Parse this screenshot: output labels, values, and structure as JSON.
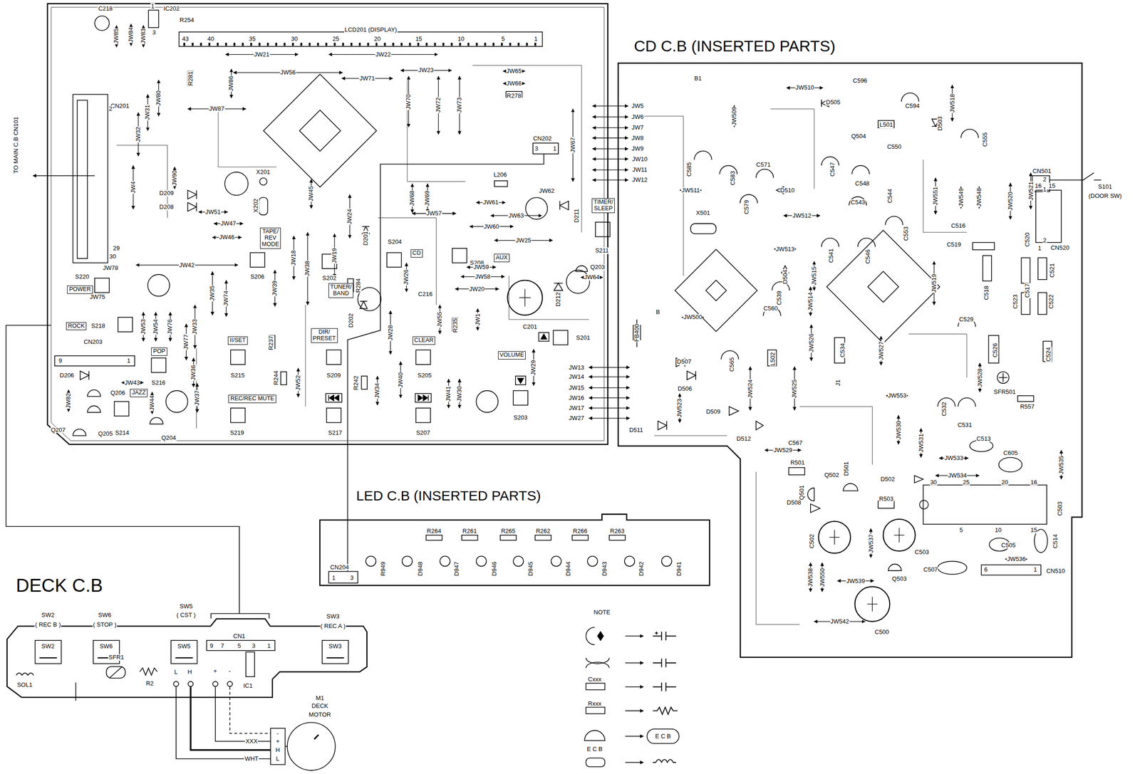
{
  "diagram": {
    "nodes": [
      {
        "text": [
          "TIMER/ SLEEP"
        ]
      },
      {
        "text": [
          "TAPE/ REV MODE"
        ]
      },
      {
        "text": [
          "CD"
        ]
      },
      {
        "text": [
          "AUX"
        ]
      },
      {
        "text": [
          "TUNER/ BAND"
        ]
      },
      {
        "text": [
          "POWER"
        ]
      },
      {
        "text": [
          "ROCK"
        ]
      },
      {
        "text": [
          "II/SET"
        ]
      },
      {
        "text": [
          "DIR/ PRESET"
        ]
      },
      {
        "text": [
          "CLEAR"
        ]
      },
      {
        "text": [
          "POP"
        ]
      },
      {
        "text": [
          "VOLUME"
        ]
      },
      {
        "text": [
          "JAZZ"
        ]
      },
      {
        "text": [
          "REC/REC MUTE"
        ]
      },
      {
        "text": [
          "CD C.B (INSERTED PARTS)"
        ]
      },
      {
        "text": [
          "LED C.B (INSERTED PARTS)"
        ]
      },
      {
        "text": [
          "DECK C.B"
        ]
      }
    ],
    "labels": [
      "C218",
      "1",
      "IC202",
      "3",
      "R254",
      "LCD201 (DISPLAY)",
      "43",
      "40",
      "35",
      "30",
      "25",
      "20",
      "15",
      "10",
      "5",
      "1",
      "JW85",
      "JW84",
      "JW83",
      "JW21",
      "JW22",
      "JW56",
      "JW23",
      "JW71",
      "R281",
      "JW65",
      "JW66",
      "R278",
      "JW86",
      "CN201",
      "JW80",
      "JW31",
      "JW87",
      "JW70",
      "JW72",
      "JW73",
      "2",
      "JW32",
      "TO MAIN C.B CN101",
      "JW67",
      "CN202",
      "3",
      "1",
      "JW5",
      "JW6",
      "JW7",
      "JW8",
      "JW9",
      "JW10",
      "JW11",
      "JW12",
      "JW4",
      "JW90",
      "D209",
      "D208",
      "X201",
      "X202",
      "JW45",
      "JW24",
      "JW68",
      "JW69",
      "L206",
      "JW62",
      "D211",
      "JW51",
      "JW47",
      "JW46",
      "JW61",
      "JW57",
      "JW63",
      "JW60",
      "JW25",
      "S211",
      "D201",
      "JW18",
      "JW38",
      "JW19",
      "S204",
      "S208",
      "Q203",
      "JW64",
      "29",
      "30",
      "JW78",
      "JW42",
      "S206",
      "S202",
      "R284",
      "JW26",
      "JW59",
      "JW58",
      "C216",
      "JW20",
      "JW39",
      "JW35",
      "JW74",
      "S220",
      "D202",
      "JW75",
      "S218",
      "JW53",
      "JW54",
      "JW76",
      "JW33",
      "JW55",
      "R235",
      "JW1",
      "D212",
      "C201",
      "S201",
      "CN203",
      "R237",
      "JW28",
      "9",
      "1",
      "JW77",
      "D206",
      "JW43",
      "S215",
      "S216",
      "JW36",
      "R244",
      "JW52",
      "S209",
      "S205",
      "R242",
      "JW40",
      "JW34",
      "JW41",
      "JW30",
      "JW29",
      "JW82",
      "Q206",
      "JW44",
      "JW37",
      "JW13",
      "JW14",
      "JW15",
      "JW16",
      "JW17",
      "JW27",
      "S203",
      "Q207",
      "Q205",
      "S214",
      "Q204",
      "S219",
      "S217",
      "S207",
      "B1",
      "JW510",
      "C596",
      "D505",
      "C594",
      "JW518",
      "D503",
      "C555",
      "JW509",
      "L501",
      "Q504",
      "C550",
      "C547",
      "C548",
      "C585",
      "C583",
      "C571",
      "D510",
      "CN501",
      "2",
      "1",
      "S101",
      "(DOOR SW)",
      "JW511",
      "C579",
      "C544",
      "JW551",
      "JW549",
      "JW548",
      "JW520",
      "JW521",
      "16",
      "15",
      "C543",
      "JW512",
      "X501",
      "C553",
      "C516",
      "2",
      "1",
      "CN520",
      "C519",
      "C520",
      "JW513",
      "C541",
      "C546",
      "C521",
      "D504",
      "JW515",
      "JW514",
      "JW519",
      "C518",
      "C517",
      "C523",
      "C522",
      "C539",
      "B",
      "FB400",
      "JW500",
      "C560",
      "C529",
      "D507",
      "C565",
      "L502",
      "C534",
      "JW526",
      "JW527",
      "C526",
      "C524",
      "D506",
      "J1",
      "JW528",
      "SFR501",
      "R557",
      "JW525",
      "JW524",
      "JW553",
      "C532",
      "C531",
      "JW523",
      "D509",
      "D512",
      "D511",
      "JW530",
      "C513",
      "JW531",
      "C567",
      "JW529",
      "JW533",
      "C605",
      "JW535",
      "R501",
      "D501",
      "JW534",
      "D502",
      "30",
      "25",
      "20",
      "16",
      "Q502",
      "Q501",
      "R503",
      "C503",
      "D508",
      "C502",
      "JW537",
      "C503",
      "5",
      "10",
      "15",
      "C505",
      "C514",
      "JW536",
      "C507",
      "6",
      "1",
      "CN510",
      "JW538",
      "JW550",
      "JW539",
      "Q503",
      "JW542",
      "C500",
      "R264",
      "R261",
      "R265",
      "R262",
      "R266",
      "R263",
      "CN204",
      "1",
      "3",
      "R949",
      "D948",
      "D947",
      "D946",
      "D945",
      "D944",
      "D943",
      "D942",
      "D941",
      "SW2",
      "( REC B )",
      "SW6",
      "( STOP )",
      "SW5",
      "( CST )",
      "SW3",
      "( REC A )",
      "CN1",
      "9",
      "7",
      "5",
      "3",
      "1",
      "SW2",
      "SW6",
      "SW5",
      "SW3",
      "SOL1",
      "SFR1",
      "R2",
      "L",
      "H",
      "+",
      "-",
      "IC1",
      "M1",
      "DECK",
      "MOTOR",
      "XXX",
      "WHT",
      "-",
      "+",
      "H",
      "L",
      "NOTE",
      "E C B"
    ],
    "legend": [
      {
        "text": "Cxxx"
      },
      {
        "text": "Rxxx"
      },
      {
        "text": "E C B"
      }
    ]
  }
}
